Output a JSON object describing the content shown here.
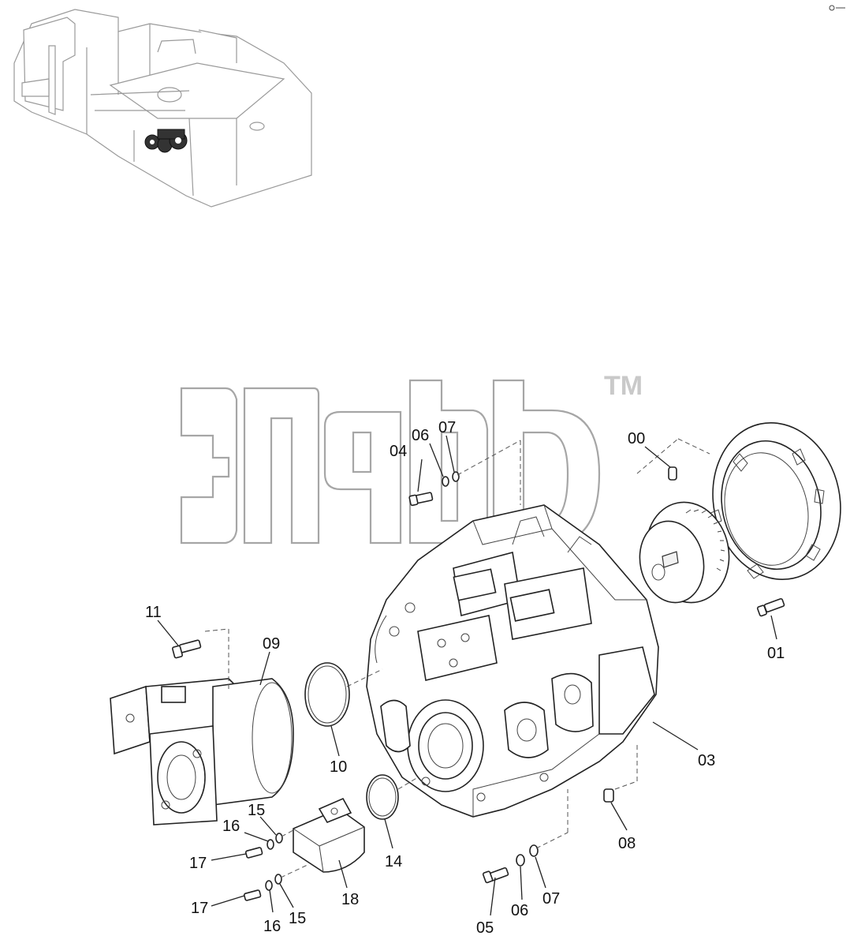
{
  "watermark": {
    "trademark": "TM"
  },
  "callouts": [
    {
      "id": "00",
      "text": "00"
    },
    {
      "id": "01",
      "text": "01"
    },
    {
      "id": "03",
      "text": "03"
    },
    {
      "id": "04",
      "text": "04"
    },
    {
      "id": "05",
      "text": "05"
    },
    {
      "id": "06a",
      "text": "06"
    },
    {
      "id": "06b",
      "text": "06"
    },
    {
      "id": "07a",
      "text": "07"
    },
    {
      "id": "07b",
      "text": "07"
    },
    {
      "id": "08",
      "text": "08"
    },
    {
      "id": "09",
      "text": "09"
    },
    {
      "id": "10",
      "text": "10"
    },
    {
      "id": "11",
      "text": "11"
    },
    {
      "id": "14",
      "text": "14"
    },
    {
      "id": "15a",
      "text": "15"
    },
    {
      "id": "15b",
      "text": "15"
    },
    {
      "id": "16a",
      "text": "16"
    },
    {
      "id": "16b",
      "text": "16"
    },
    {
      "id": "17a",
      "text": "17"
    },
    {
      "id": "17b",
      "text": "17"
    },
    {
      "id": "18",
      "text": "18"
    }
  ]
}
